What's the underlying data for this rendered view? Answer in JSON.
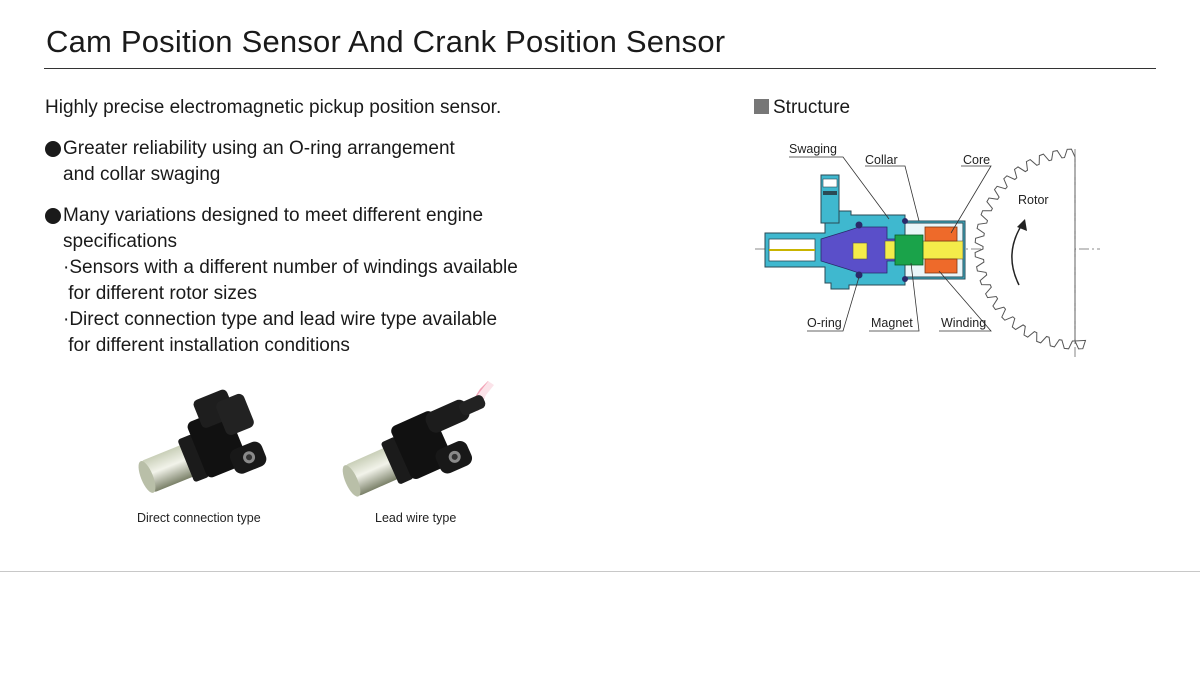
{
  "slide": {
    "title": "Cam Position Sensor And Crank Position Sensor",
    "lead": "Highly precise electromagnetic pickup position sensor.",
    "bullets": [
      {
        "text": "Greater reliability using an O-ring arrangement\nand collar swaging"
      },
      {
        "text": "Many variations designed to meet different engine\nspecifications\n·Sensors with a different number of windings available\n for different rotor sizes\n·Direct connection type and lead wire type available\n for different installation conditions"
      }
    ],
    "photos": [
      {
        "caption": "Direct connection type",
        "icon": "sensor-direct-connection-icon"
      },
      {
        "caption": "Lead wire type",
        "icon": "sensor-lead-wire-icon"
      }
    ],
    "structure": {
      "heading": "Structure",
      "labels": {
        "swaging": "Swaging",
        "collar": "Collar",
        "core": "Core",
        "rotor": "Rotor",
        "oring": "O-ring",
        "magnet": "Magnet",
        "winding": "Winding"
      }
    }
  },
  "colors": {
    "housing": "#3fb8cf",
    "bobbin": "#5a4fc9",
    "magnet": "#1aa34a",
    "core": "#f4ec4a",
    "winding": "#ee6a2a",
    "pink": "#f2a0b4"
  }
}
